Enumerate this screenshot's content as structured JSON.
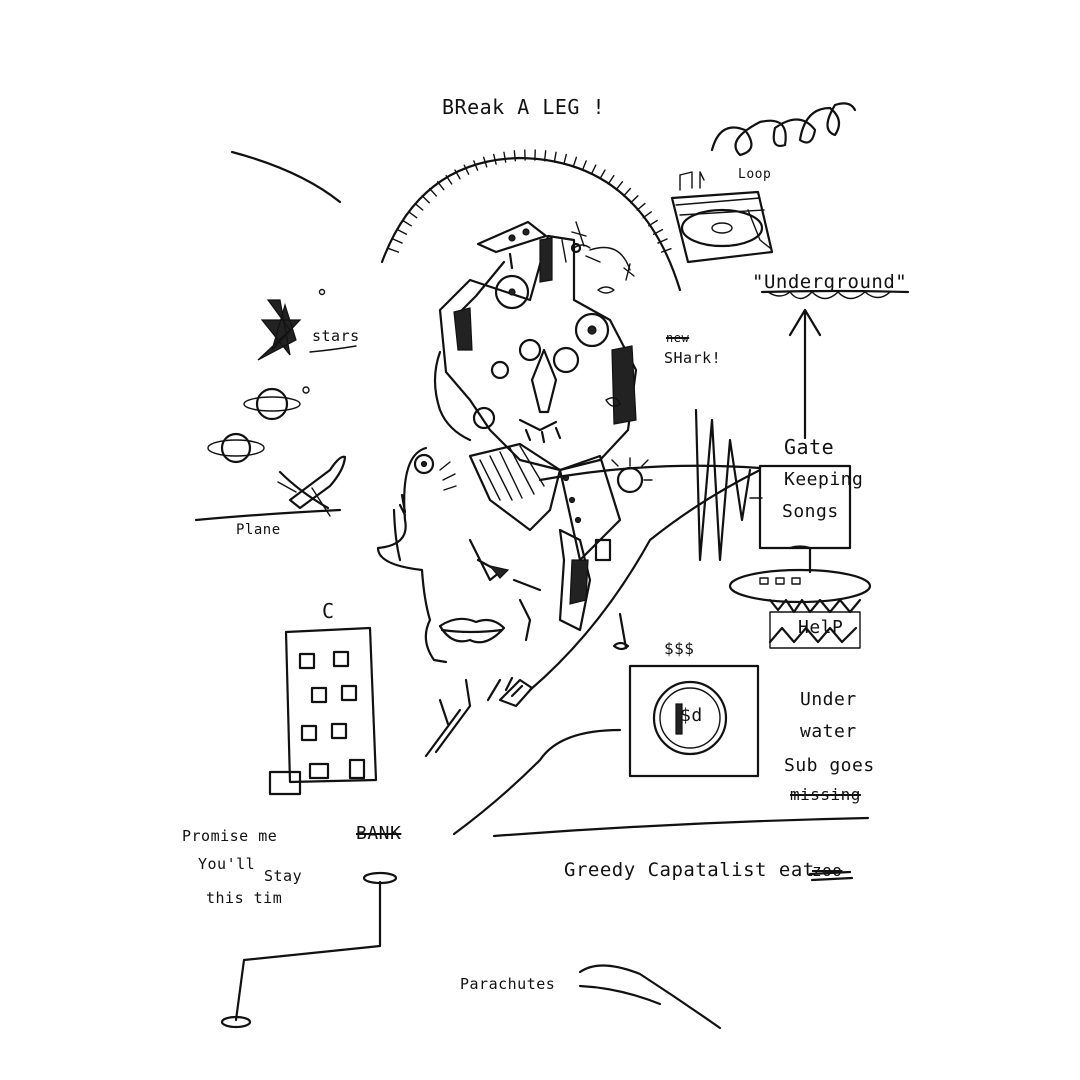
{
  "labels": {
    "break_a_leg": "BReak A LEG !",
    "loop": "Loop",
    "underground": "\"Underground\"",
    "stars": "stars",
    "new": "new",
    "shark": "SHark!",
    "plane": "Plane",
    "gate": "Gate",
    "keeping": "Keeping",
    "songs": "Songs",
    "help": "HelP",
    "c": "C",
    "under": "Under",
    "water": "water",
    "sub_goes": "Sub goes",
    "missing": "missing",
    "dollar_sign": "$d",
    "dollars": "$$$",
    "promise_line1": "Promise me",
    "promise_line2": "You'll",
    "promise_stay": "Stay",
    "promise_line3": "this tim",
    "bank": "BANK",
    "greedy": "Greedy Capatalist eat",
    "zoo": "zoo",
    "parachutes": "Parachutes"
  }
}
